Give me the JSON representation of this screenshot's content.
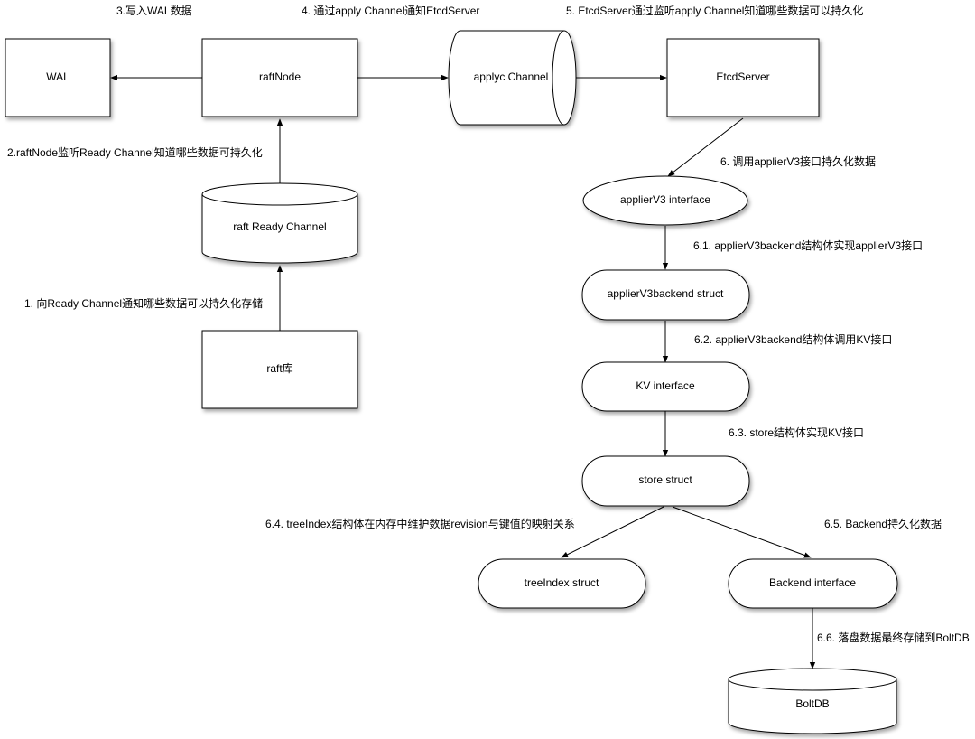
{
  "nodes": {
    "wal": "WAL",
    "raftnode": "raftNode",
    "apply_channel": "applyc Channel",
    "etcdserver": "EtcdServer",
    "raft_ready_channel": "raft Ready Channel",
    "raft_lib": "raft库",
    "applierv3_interface": "applierV3 interface",
    "applierv3backend_struct": "applierV3backend struct",
    "kv_interface": "KV interface",
    "store_struct": "store struct",
    "treeindex_struct": "treeIndex struct",
    "backend_interface": "Backend interface",
    "boltdb": "BoltDB"
  },
  "edges": {
    "step1": "1. 向Ready Channel通知哪些数据可以持久化存储",
    "step2": "2.raftNode监听Ready Channel知道哪些数据可持久化",
    "step3": "3.写入WAL数据",
    "step4": "4. 通过apply Channel通知EtcdServer",
    "step5": "5. EtcdServer通过监听apply Channel知道哪些数据可以持久化",
    "step6": "6. 调用applierV3接口持久化数据",
    "step6_1": "6.1. applierV3backend结构体实现applierV3接口",
    "step6_2": "6.2. applierV3backend结构体调用KV接口",
    "step6_3": "6.3. store结构体实现KV接口",
    "step6_4": "6.4. treeIndex结构体在内存中维护数据revision与键值的映射关系",
    "step6_5": "6.5. Backend持久化数据",
    "step6_6": "6.6. 落盘数据最终存储到BoltDB"
  }
}
